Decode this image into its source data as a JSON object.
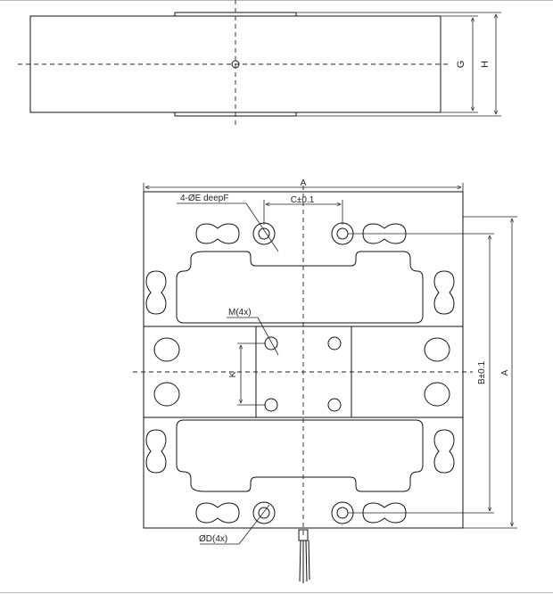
{
  "labels": {
    "A_top": "A",
    "A_side": "A",
    "B": "B±0.1",
    "C": "C±0.1",
    "D": "ØD(4x)",
    "E": "4-ØE deepF",
    "G": "G",
    "H": "H",
    "K": "K",
    "M": "M(4x)"
  },
  "colors": {
    "line": "#111111",
    "background": "#ffffff",
    "frame": "#b8b8b8"
  }
}
